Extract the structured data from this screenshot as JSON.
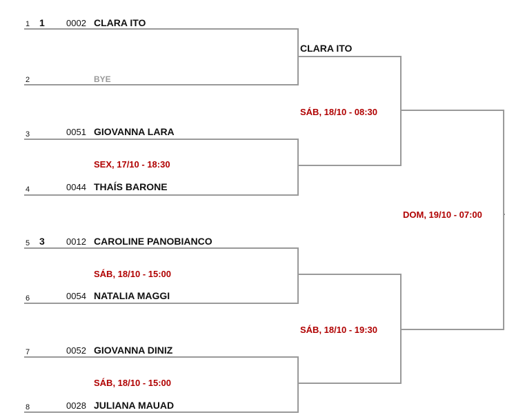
{
  "slots": [
    {
      "pos": "1",
      "seed": "1",
      "num": "0002",
      "name": "CLARA ITO"
    },
    {
      "pos": "2",
      "seed": "",
      "num": "",
      "name": "BYE"
    },
    {
      "pos": "3",
      "seed": "",
      "num": "0051",
      "name": "GIOVANNA LARA"
    },
    {
      "pos": "4",
      "seed": "",
      "num": "0044",
      "name": "THAÍS BARONE"
    },
    {
      "pos": "5",
      "seed": "3",
      "num": "0012",
      "name": "CAROLINE PANOBIANCO"
    },
    {
      "pos": "6",
      "seed": "",
      "num": "0054",
      "name": "NATALIA MAGGI"
    },
    {
      "pos": "7",
      "seed": "",
      "num": "0052",
      "name": "GIOVANNA DINIZ"
    },
    {
      "pos": "8",
      "seed": "",
      "num": "0028",
      "name": "JULIANA MAUAD"
    }
  ],
  "round1": {
    "m2_date": "SEX, 17/10 - 18:30",
    "m3_date": "SÁB, 18/10 - 15:00",
    "m4_date": "SÁB, 18/10 - 15:00"
  },
  "round2": {
    "m1_winner": "CLARA ITO",
    "m1_date": "SÁB, 18/10 - 08:30",
    "m2_date": "SÁB, 18/10 - 19:30"
  },
  "final": {
    "date": "DOM, 19/10 - 07:00"
  },
  "colors": {
    "line": "#999999",
    "date": "#b00000"
  }
}
